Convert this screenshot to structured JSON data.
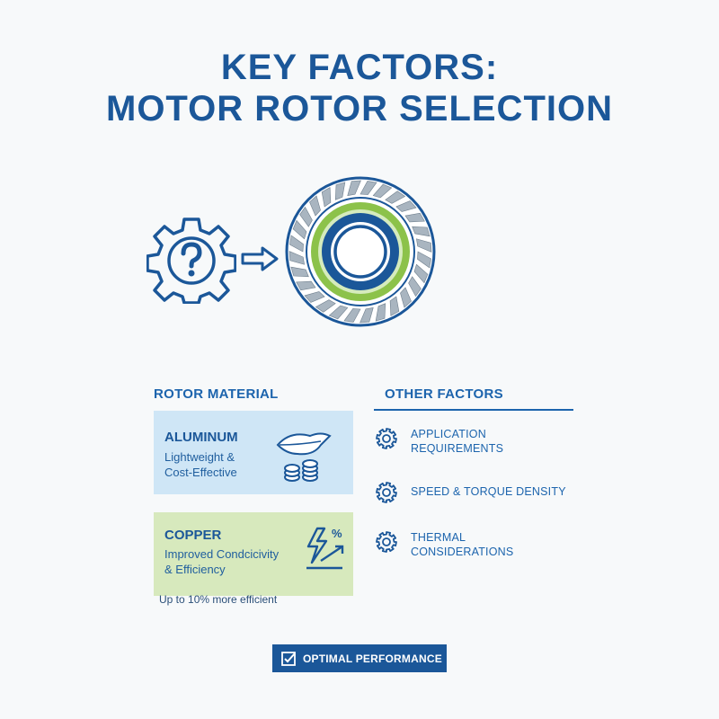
{
  "title": {
    "line1": "KEY FACTORS:",
    "line2": "MOTOR ROTOR SELECTION"
  },
  "hero": {
    "icons": [
      "gear-question-icon",
      "arrow-right-icon",
      "rotor-icon"
    ]
  },
  "rotor_material": {
    "header": "ROTOR MATERIAL",
    "aluminum": {
      "title": "ALUMINUM",
      "desc_line1": "Lightweight &",
      "desc_line2": "Cost-Effective",
      "icon": "feather-coins-icon"
    },
    "copper": {
      "title": "COPPER",
      "desc_line1": "Improved Condcicivity",
      "desc_line2": "& Efficiency",
      "icon": "lightning-percent-icon",
      "percent_symbol": "%"
    },
    "note": "Up to 10% more efficient"
  },
  "other_factors": {
    "header": "OTHER FACTORS",
    "items": [
      {
        "line1": "APPLICATION",
        "line2": "REQUIREMENTS",
        "icon": "gear-icon"
      },
      {
        "line1": "SPEED & TORQUE DENSITY",
        "line2": "",
        "icon": "gear-icon"
      },
      {
        "line1": "THERMAL",
        "line2": "CONSIDERATIONS",
        "icon": "gear-icon"
      }
    ]
  },
  "badge": {
    "label": "OPTIMAL PERFORMANCE",
    "icon": "checkbox-icon"
  },
  "colors": {
    "primary": "#1b5799",
    "light_blue": "#cfe6f6",
    "light_green": "#d7e9bd",
    "green": "#8cc24a"
  }
}
